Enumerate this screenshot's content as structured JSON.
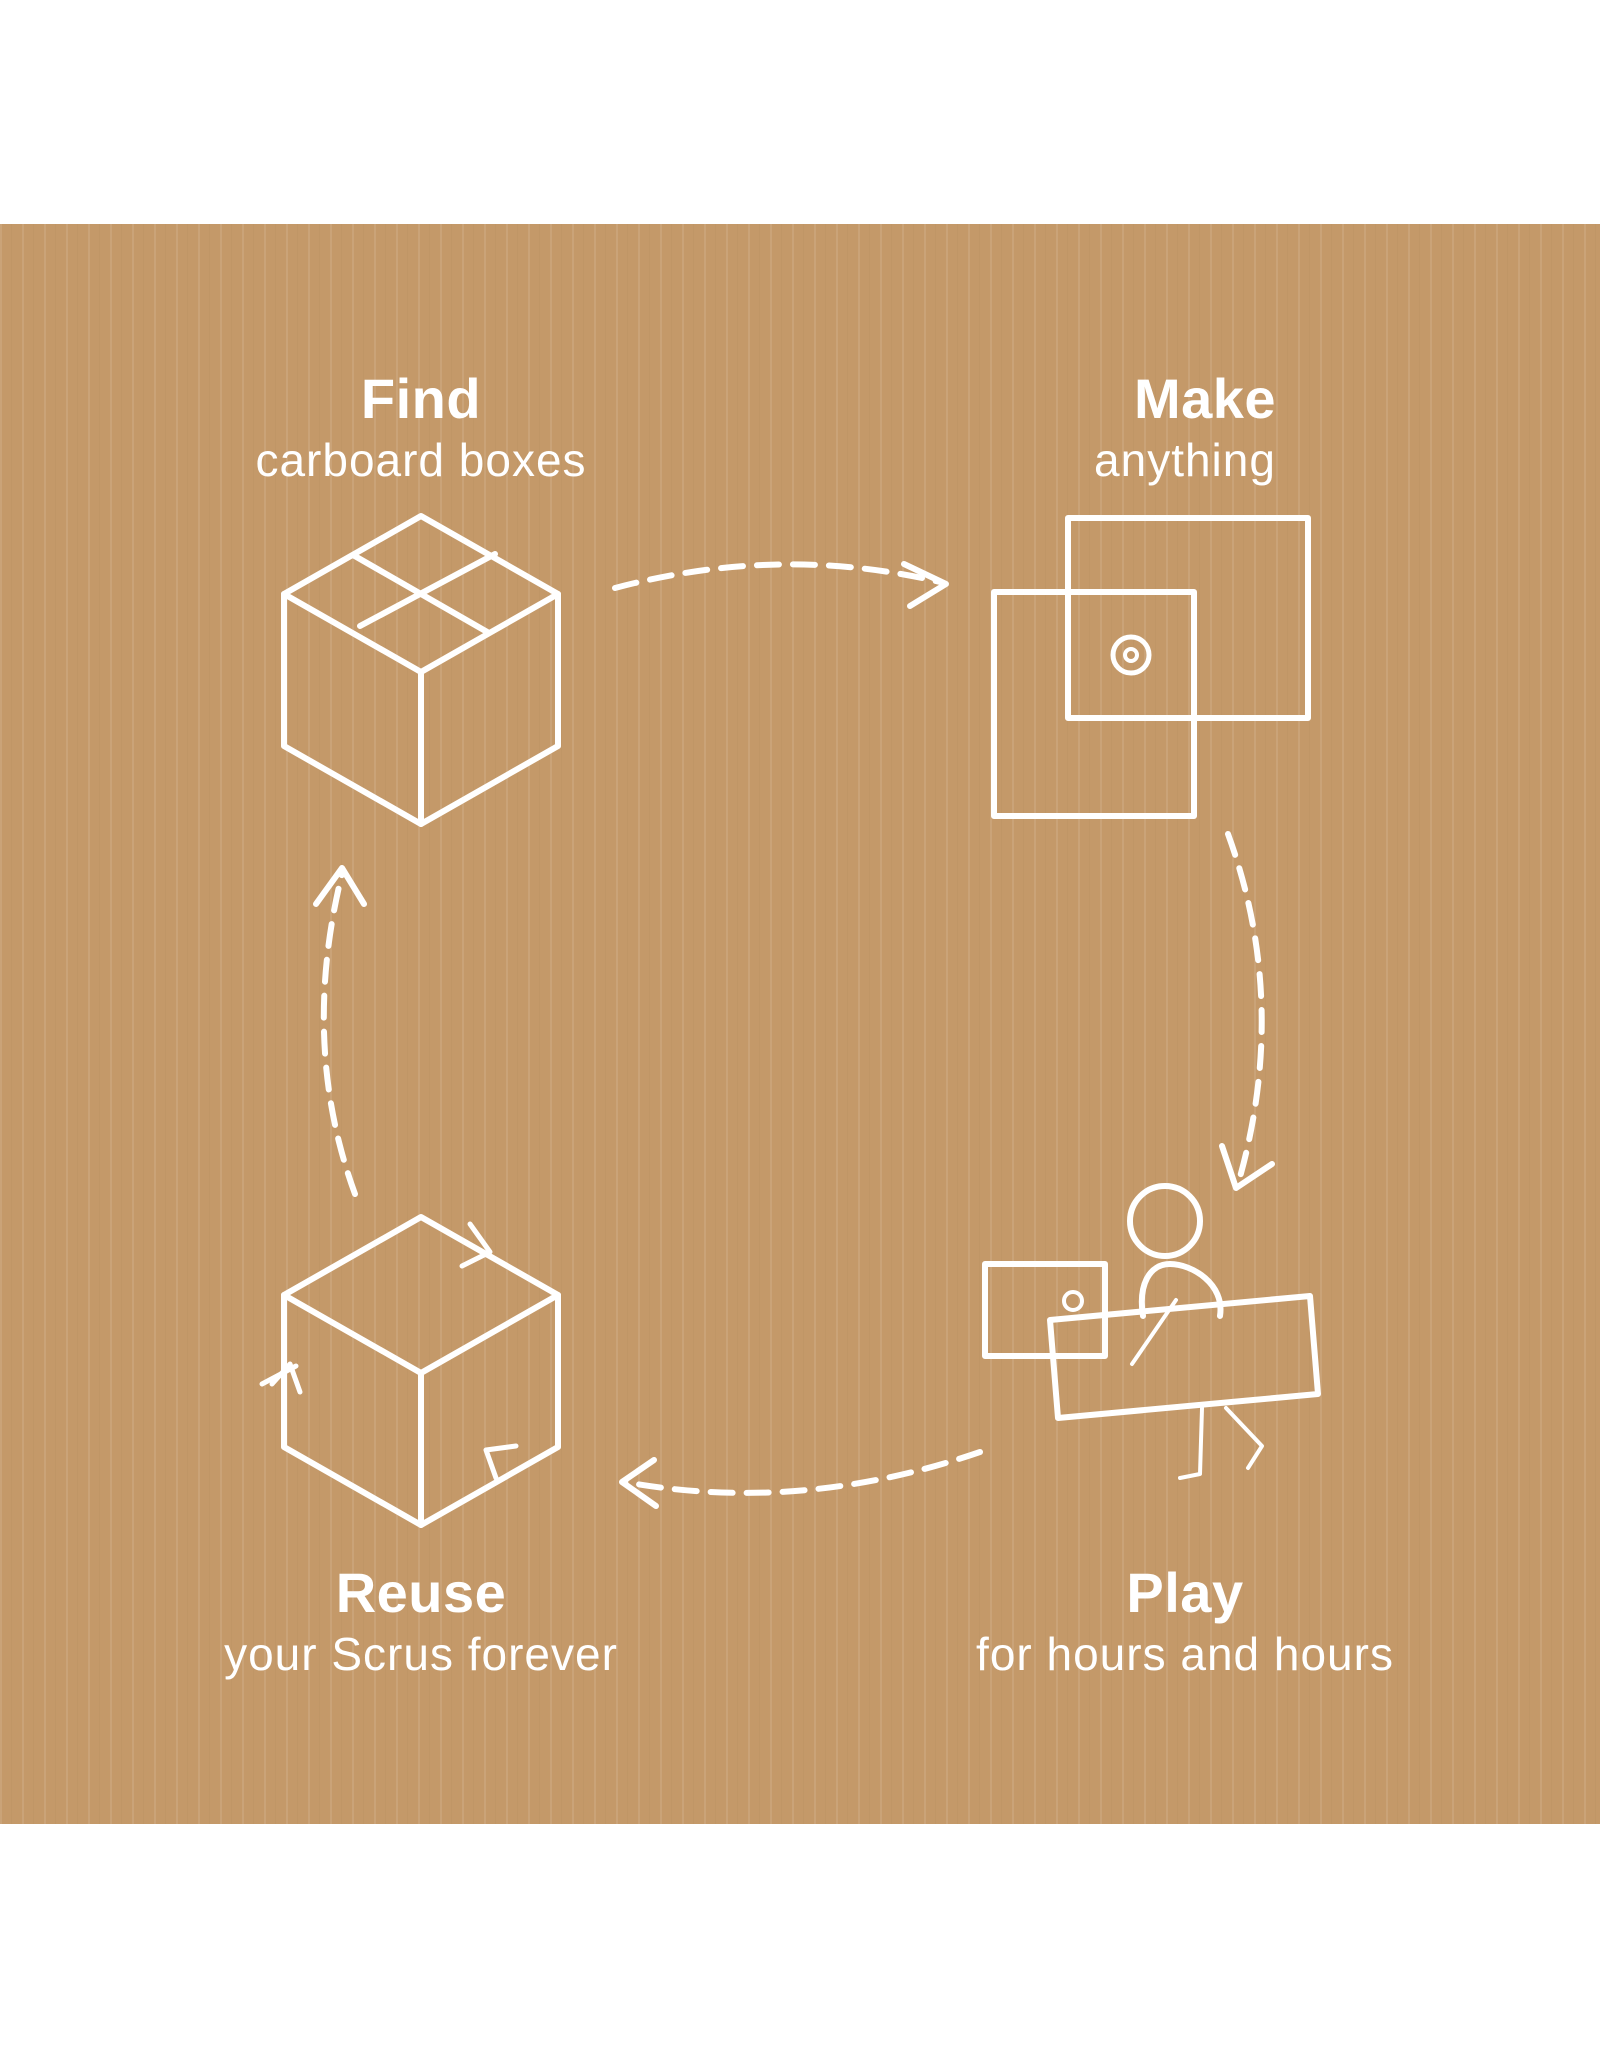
{
  "colors": {
    "background": "#ffffff",
    "cardboard": "#c49969",
    "cardboard_dark": "#b98d5e",
    "line": "#ffffff"
  },
  "steps": [
    {
      "id": "find",
      "title": "Find",
      "subtitle": "carboard boxes",
      "icon": "cardboard-box-icon"
    },
    {
      "id": "make",
      "title": "Make",
      "subtitle": "anything",
      "icon": "assembled-panels-icon"
    },
    {
      "id": "play",
      "title": "Play",
      "subtitle": "for hours and hours",
      "icon": "child-playing-icon"
    },
    {
      "id": "reuse",
      "title": "Reuse",
      "subtitle": "your Scrus forever",
      "icon": "recycle-box-icon"
    }
  ],
  "arrows": [
    {
      "from": "find",
      "to": "make",
      "icon": "dashed-arrow-right-icon"
    },
    {
      "from": "make",
      "to": "play",
      "icon": "dashed-arrow-down-icon"
    },
    {
      "from": "play",
      "to": "reuse",
      "icon": "dashed-arrow-left-icon"
    },
    {
      "from": "reuse",
      "to": "find",
      "icon": "dashed-arrow-up-icon"
    }
  ]
}
